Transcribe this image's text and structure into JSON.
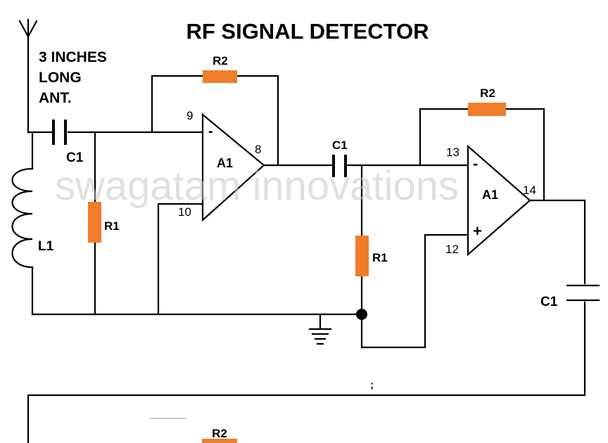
{
  "title": "RF SIGNAL DETECTOR",
  "antenna_label": [
    "3 INCHES",
    "LONG",
    "ANT."
  ],
  "watermark": "swagatam innovations",
  "colors": {
    "resistor": "#f07d2a",
    "wire": "#000000"
  },
  "components": {
    "c1_input": "C1",
    "l1": "L1",
    "r1_stage1": "R1",
    "r2_stage1": "R2",
    "a1_stage1": "A1",
    "c1_coupling": "C1",
    "r1_stage2": "R1",
    "r2_stage2": "R2",
    "a1_stage2": "A1",
    "c1_output": "C1",
    "r2_bottom": "R2"
  },
  "pins": {
    "stage1_inv": "9",
    "stage1_noninv": "10",
    "stage1_out": "8",
    "stage2_inv": "13",
    "stage2_noninv": "12",
    "stage2_out": "14"
  },
  "symbols": {
    "minus": "-",
    "plus": "+"
  },
  "stray_mark": ";"
}
